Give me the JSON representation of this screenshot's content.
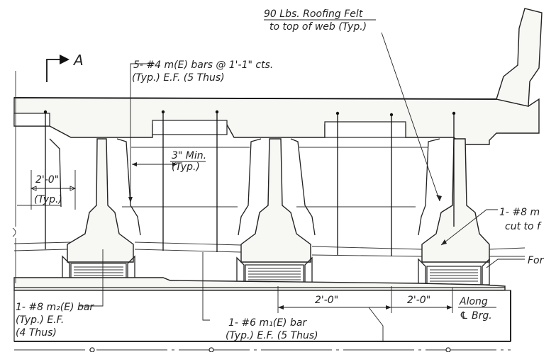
{
  "section_mark": {
    "letter": "A"
  },
  "notes": {
    "roofing_felt": [
      "90 Lbs. Roofing Felt",
      "to top of web (Typ.)"
    ],
    "m_e_bars": [
      "5- #4 m(E) bars @ 1'-1\" cts.",
      "(Typ.) E.F. (5 Thus)"
    ],
    "min_clear": [
      "3\" Min.",
      "(Typ.)"
    ],
    "spacing_typ": [
      "2'-0\"",
      "(Typ.)"
    ],
    "m8_right": [
      "1- #8 m",
      "cut to f"
    ],
    "for_label": "For",
    "m2_bar": [
      "1- #8 m₂(E) bar",
      "(Typ.) E.F.",
      "(4 Thus)"
    ],
    "m1_bar": [
      "1- #6 m₁(E) bar",
      "(Typ.) E.F. (5 Thus)"
    ],
    "dim_left": "2'-0\"",
    "dim_right": "2'-0\"",
    "along_brg": [
      "Along",
      "℄ Brg."
    ]
  }
}
